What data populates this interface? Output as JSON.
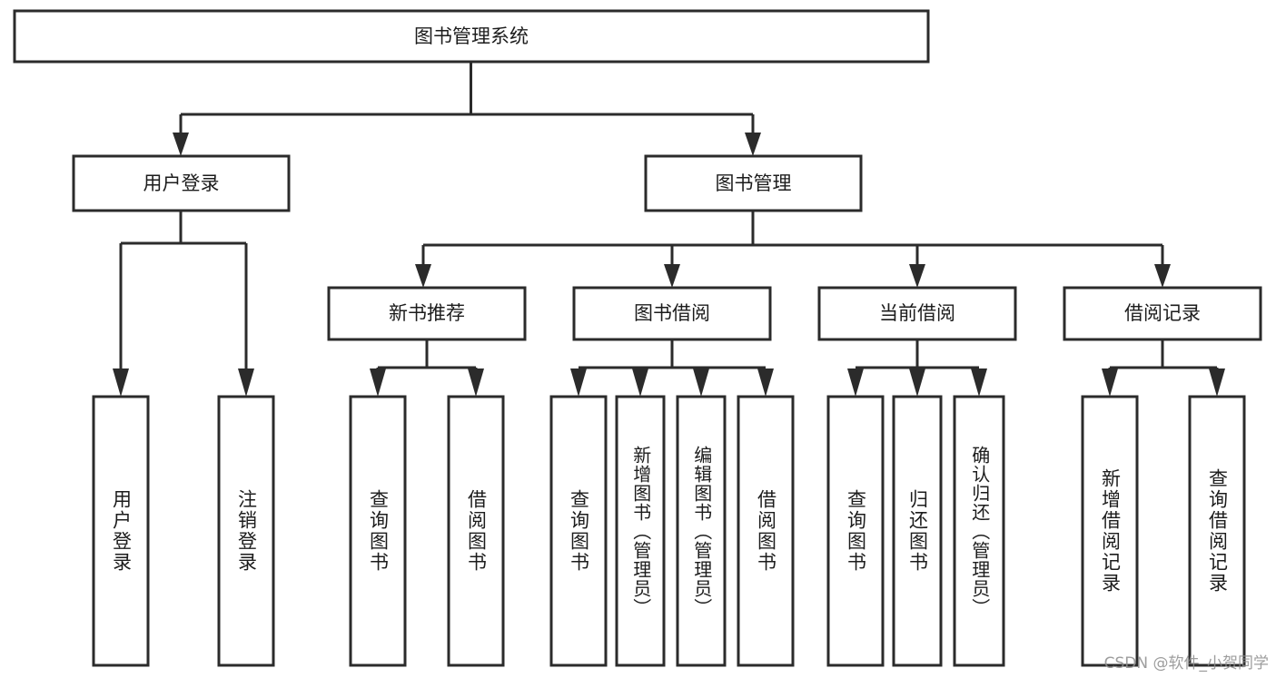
{
  "diagram": {
    "title": "图书管理系统",
    "type": "tree-hierarchy-chart",
    "watermark": "CSDN @软件_小贺同学",
    "colors": {
      "box_stroke": "#2b2b2b",
      "box_fill": "#ffffff",
      "connector": "#2b2b2b",
      "text": "#1c1c1c",
      "watermark_text": "#8d8d8d",
      "background": "#ffffff"
    },
    "root": {
      "label": "图书管理系统"
    },
    "level2": [
      {
        "label": "用户登录"
      },
      {
        "label": "图书管理"
      }
    ],
    "level3": [
      {
        "label": "新书推荐"
      },
      {
        "label": "图书借阅"
      },
      {
        "label": "当前借阅"
      },
      {
        "label": "借阅记录"
      }
    ],
    "leaves": {
      "user_login": [
        {
          "label": "用户登录"
        },
        {
          "label": "注销登录"
        }
      ],
      "new_book_recommend": [
        {
          "label": "查询图书"
        },
        {
          "label": "借阅图书"
        }
      ],
      "book_borrow": [
        {
          "label": "查询图书"
        },
        {
          "label": "新增图书（管理员）"
        },
        {
          "label": "编辑图书（管理员）"
        },
        {
          "label": "借阅图书"
        }
      ],
      "current_borrow": [
        {
          "label": "查询图书"
        },
        {
          "label": "归还图书"
        },
        {
          "label": "确认归还（管理员）"
        }
      ],
      "borrow_record": [
        {
          "label": "新增借阅记录"
        },
        {
          "label": "查询借阅记录"
        }
      ]
    }
  }
}
